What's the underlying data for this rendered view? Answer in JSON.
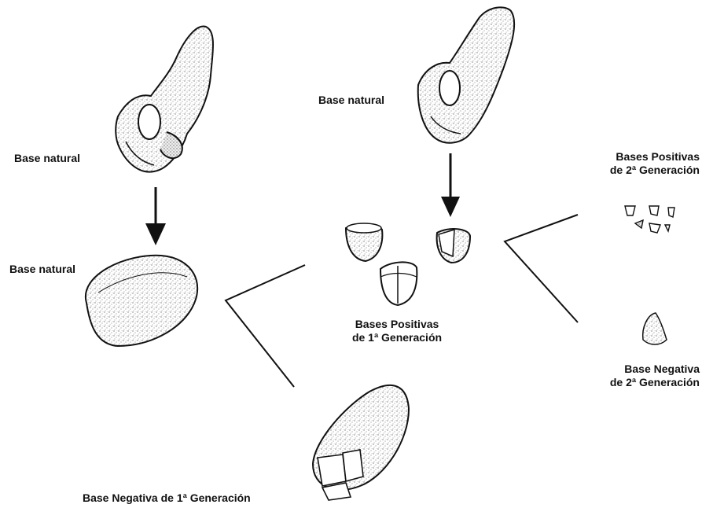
{
  "labels": {
    "natural_base_left": "Base natural",
    "natural_base_cobble": "Base natural",
    "natural_base_right": "Base natural",
    "positive_1st_line1": "Bases Positivas",
    "positive_1st_line2": "de 1ª Generación",
    "positive_2nd_line1": "Bases Positivas",
    "positive_2nd_line2": "de 2ª Generación",
    "negative_2nd_line1": "Base Negativa",
    "negative_2nd_line2": "de 2ª Generación",
    "negative_1st": "Base Negativa de 1ª Generación"
  },
  "colors": {
    "ink": "#111111",
    "paper": "#ffffff",
    "stipple": "#555555"
  }
}
